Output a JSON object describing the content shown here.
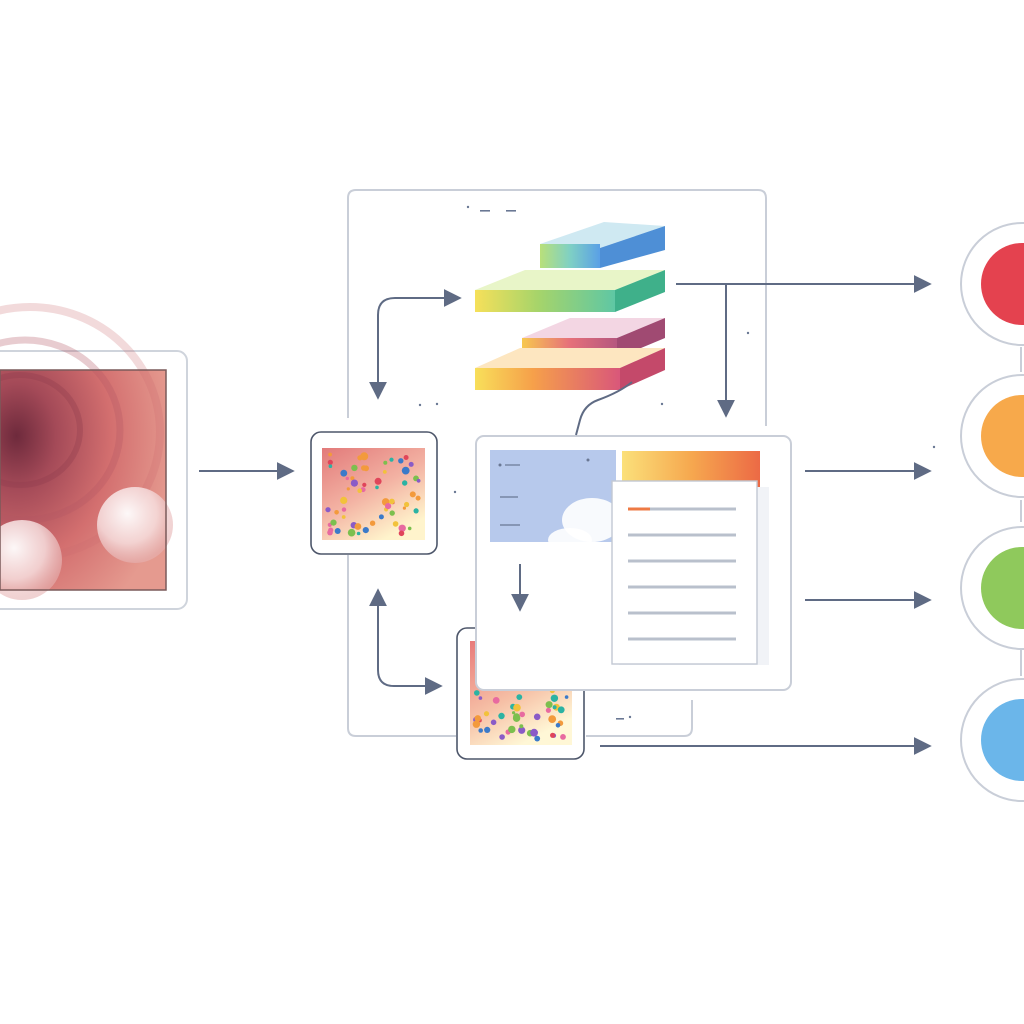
{
  "colors": {
    "line": "#5f6b84",
    "frame": "#c9ced8",
    "output_red": "#e4424f",
    "output_orange": "#f7a94b",
    "output_green": "#8fc95c",
    "output_blue": "#6bb6ea"
  },
  "stages": [
    {
      "id": "input-image",
      "icon": "endoscopy-image"
    },
    {
      "id": "feature-map-top",
      "icon": "heatmap-tile"
    },
    {
      "id": "feature-map-bottom",
      "icon": "heatmap-tile"
    },
    {
      "id": "layer-stack-top",
      "icon": "stacked-blocks"
    },
    {
      "id": "layer-stack-bottom",
      "icon": "stacked-blocks"
    },
    {
      "id": "report-panel",
      "icon": "document"
    }
  ],
  "outputs": [
    {
      "id": "output-red",
      "color": "#e4424f"
    },
    {
      "id": "output-orange",
      "color": "#f7a94b"
    },
    {
      "id": "output-green",
      "color": "#8fc95c"
    },
    {
      "id": "output-blue",
      "color": "#6bb6ea"
    }
  ]
}
